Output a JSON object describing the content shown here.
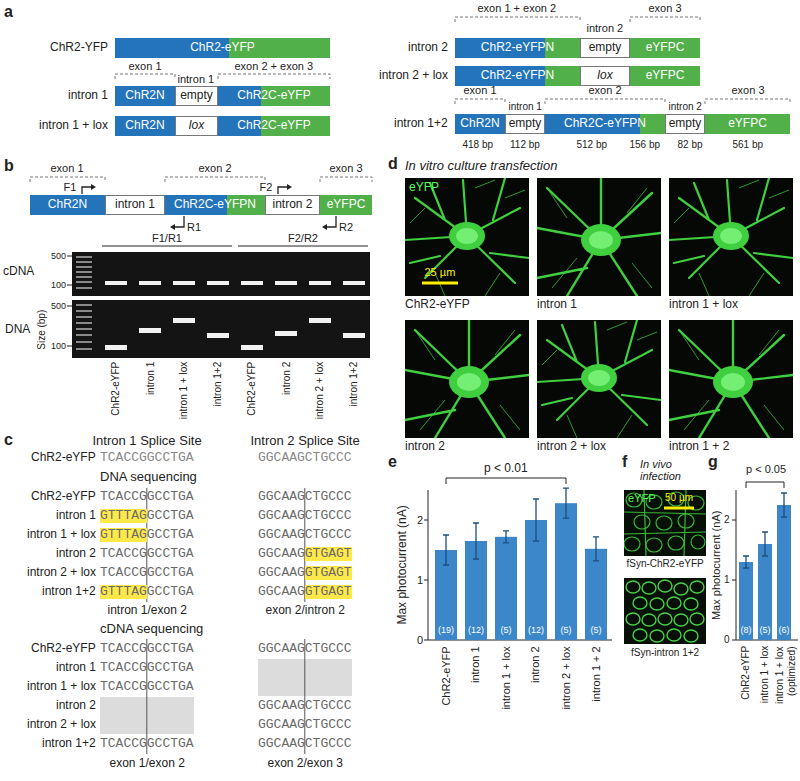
{
  "diagram": {
    "nodes": [
      {
        "text": [
          "ChR2-eYFP"
        ]
      },
      {
        "text": [
          "ChR2N"
        ]
      },
      {
        "text": [
          "empty"
        ]
      },
      {
        "text": [
          "ChR2C-eYFP"
        ]
      },
      {
        "text": [
          "ChR2N"
        ]
      },
      {
        "text": [
          "lox"
        ]
      },
      {
        "text": [
          "ChR2C-eYFP"
        ]
      },
      {
        "text": [
          "ChR2-eYFPN"
        ]
      },
      {
        "text": [
          "empty"
        ]
      },
      {
        "text": [
          "eYFPC"
        ]
      },
      {
        "text": [
          "ChR2-eYFPN"
        ]
      },
      {
        "text": [
          "lox"
        ]
      },
      {
        "text": [
          "eYFPC"
        ]
      },
      {
        "text": [
          "ChR2N"
        ]
      },
      {
        "text": [
          "empty"
        ]
      },
      {
        "text": [
          "ChR2C-eYFPN"
        ]
      },
      {
        "text": [
          "empty"
        ]
      },
      {
        "text": [
          "eYFPC"
        ]
      },
      {
        "text": [
          "ChR2N"
        ]
      },
      {
        "text": [
          "intron 1"
        ]
      },
      {
        "text": [
          "ChR2C-eYFPN"
        ]
      },
      {
        "text": [
          "intron 2"
        ]
      },
      {
        "text": [
          "eYFPC"
        ]
      }
    ],
    "labels": [
      "a",
      "ChR2-YFP",
      "exon 1",
      "intron 1",
      "exon 2 + exon 3",
      "intron 1",
      "intron 1 + lox",
      "exon 1 + exon 2",
      "intron 2",
      "exon 3",
      "intron 2",
      "intron 2 + lox",
      "exon 1",
      "intron 1",
      "exon 2",
      "intron 2",
      "exon 3",
      "intron 1+2",
      "418 bp",
      "112 bp",
      "512 bp",
      "156 bp",
      "82 bp",
      "561 bp",
      "b",
      "exon 1",
      "exon 2",
      "exon 3",
      "F1",
      "F2",
      "R1",
      "R2",
      "F1/R1",
      "F2/R2",
      "cDNA",
      "DNA",
      "Size (bp)",
      "500",
      "100",
      "500",
      "100",
      "ChR2-eYFP",
      "intron 1",
      "intron 1 + lox",
      "intron 1+2",
      "ChR2-eYFP",
      "intron 2",
      "intron 2 + lox",
      "intron 1+2",
      "c",
      "Intron 1 Splice Site",
      "Intron 2 Splice Site",
      "ChR2-eYFP",
      "TCACCGGCCTGA",
      "GGCAAGCTGCCC",
      "DNA sequencing",
      "ChR2-eYFP",
      "TCACCGGCCTGA",
      "GGCAAGCTGCCC",
      "intron 1",
      "GTTTAG",
      "GCCTGA",
      "GGCAAGCTGCCC",
      "intron 1 + lox",
      "GTTTAG",
      "GCCTGA",
      "GGCAAGCTGCCC",
      "intron 2",
      "TCACCGGCCTGA",
      "GGCAAG",
      "GTGAGT",
      "intron 2 + lox",
      "TCACCGGCCTGA",
      "GGCAAG",
      "GTGAGT",
      "intron 1+2",
      "GTTTAG",
      "GCCTGA",
      "GGCAAG",
      "GTGAGT",
      "intron 1/exon 2",
      "exon 2/intron 2",
      "cDNA sequencing",
      "ChR2-eYFP",
      "TCACCGGCCTGA",
      "GGCAAGCTGCCC",
      "intron 1",
      "TCACCGGCCTGA",
      "intron 1 + lox",
      "TCACCGGCCTGA",
      "intron 2",
      "GGCAAGCTGCCC",
      "intron 2 + lox",
      "GGCAAGCTGCCC",
      "intron 1+2",
      "TCACCGGCCTGA",
      "GGCAAGCTGCCC",
      "exon 1/exon 2",
      "exon 2/exon 3",
      "d",
      "In vitro culture transfection",
      "eYFP",
      "25 µm",
      "ChR2-eYFP",
      "intron 1",
      "intron 1 + lox",
      "intron 2",
      "intron 2 + lox",
      "intron 1 + 2",
      "e",
      "p < 0.01",
      "Max photocurrent (nA)",
      "0",
      "1",
      "2",
      "(19)",
      "(12)",
      "(5)",
      "(12)",
      "(5)",
      "(5)",
      "ChR2-eYFP",
      "intron 1",
      "intron 1 + lox",
      "intron 2",
      "intron 2 + lox",
      "intron 1 + 2",
      "f",
      "In vivo infection",
      "eYFP",
      "50 µm",
      "fSyn-ChR2-eYFP",
      "fSyn-intron 1+2",
      "g",
      "p < 0.05",
      "Max photocurrent (nA)",
      "0",
      "1",
      "2",
      "(8)",
      "(5)",
      "(6)",
      "ChR2-eYFP",
      "intron 1 + lox",
      "intron 1 + lox (optimized)"
    ]
  }
}
